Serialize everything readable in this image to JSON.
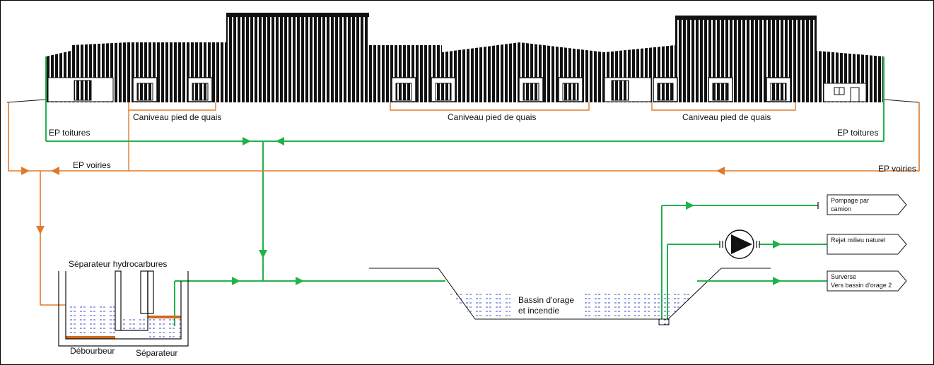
{
  "labels": {
    "caniveau_1": "Caniveau pied de quais",
    "caniveau_2": "Caniveau pied de quais",
    "caniveau_3": "Caniveau pied de quais",
    "ep_toitures_left": "EP toitures",
    "ep_toitures_right": "EP toitures",
    "ep_voiries_left": "EP voiries",
    "ep_voiries_right": "EP voiries",
    "separateur_hydrocarbures": "Séparateur  hydrocarbures",
    "debourbeur": "Débourbeur",
    "separateur": "Séparateur",
    "bassin_line1": "Bassin d'orage",
    "bassin_line2": "et incendie"
  },
  "outlets": {
    "pompage_line1": "Pompage par",
    "pompage_line2": "camion",
    "rejet": "Rejet milieu naturel",
    "surverse_line1": "Surverse",
    "surverse_line2": "Vers bassin d'orage 2"
  },
  "colors": {
    "roof_water": "#22b24c",
    "road_water": "#e07a2a",
    "basin_water": "#3a4fc4",
    "sludge": "#d06a1a",
    "building": "#111111"
  },
  "icons": [
    "pump-icon",
    "valve-icon",
    "flow-arrow-icon"
  ]
}
